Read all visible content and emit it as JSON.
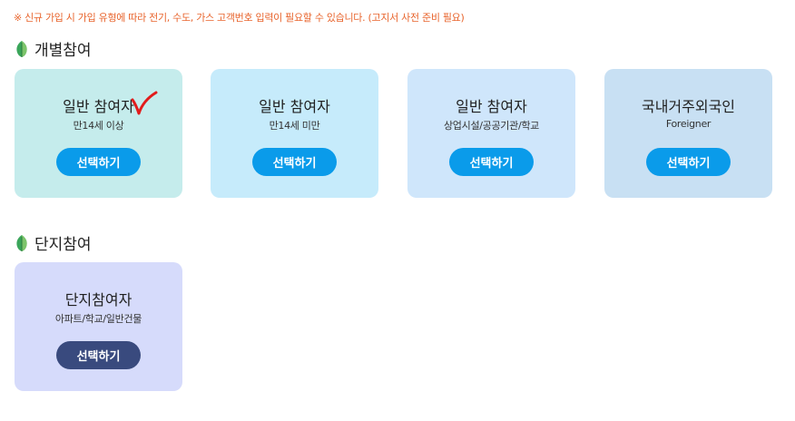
{
  "notice": "※ 신규 가입 시 가입 유형에 따라 전기, 수도, 가스 고객번호 입력이 필요할 수 있습니다. (고지서 사전 준비 필요)",
  "sections": {
    "individual": {
      "title": "개별참여",
      "cards": [
        {
          "name": "일반 참여자",
          "sub": "만14세 이상",
          "button": "선택하기"
        },
        {
          "name": "일반 참여자",
          "sub": "만14세 미만",
          "button": "선택하기"
        },
        {
          "name": "일반 참여자",
          "sub": "상업시설/공공기관/학교",
          "button": "선택하기"
        },
        {
          "name": "국내거주외국인",
          "sub": "Foreigner",
          "button": "선택하기"
        }
      ]
    },
    "complex": {
      "title": "단지참여",
      "cards": [
        {
          "name": "단지참여자",
          "sub": "아파트/학교/일반건물",
          "button": "선택하기"
        }
      ]
    }
  },
  "icons": {
    "section_icon": "leaf-icon",
    "annotation": "red-checkmark-annotation"
  },
  "colors": {
    "notice": "#e8642c",
    "button_primary": "#0a9bea",
    "button_complex": "#394a7e",
    "leaf": "#3aa55a",
    "checkmark": "#e21b1b"
  }
}
